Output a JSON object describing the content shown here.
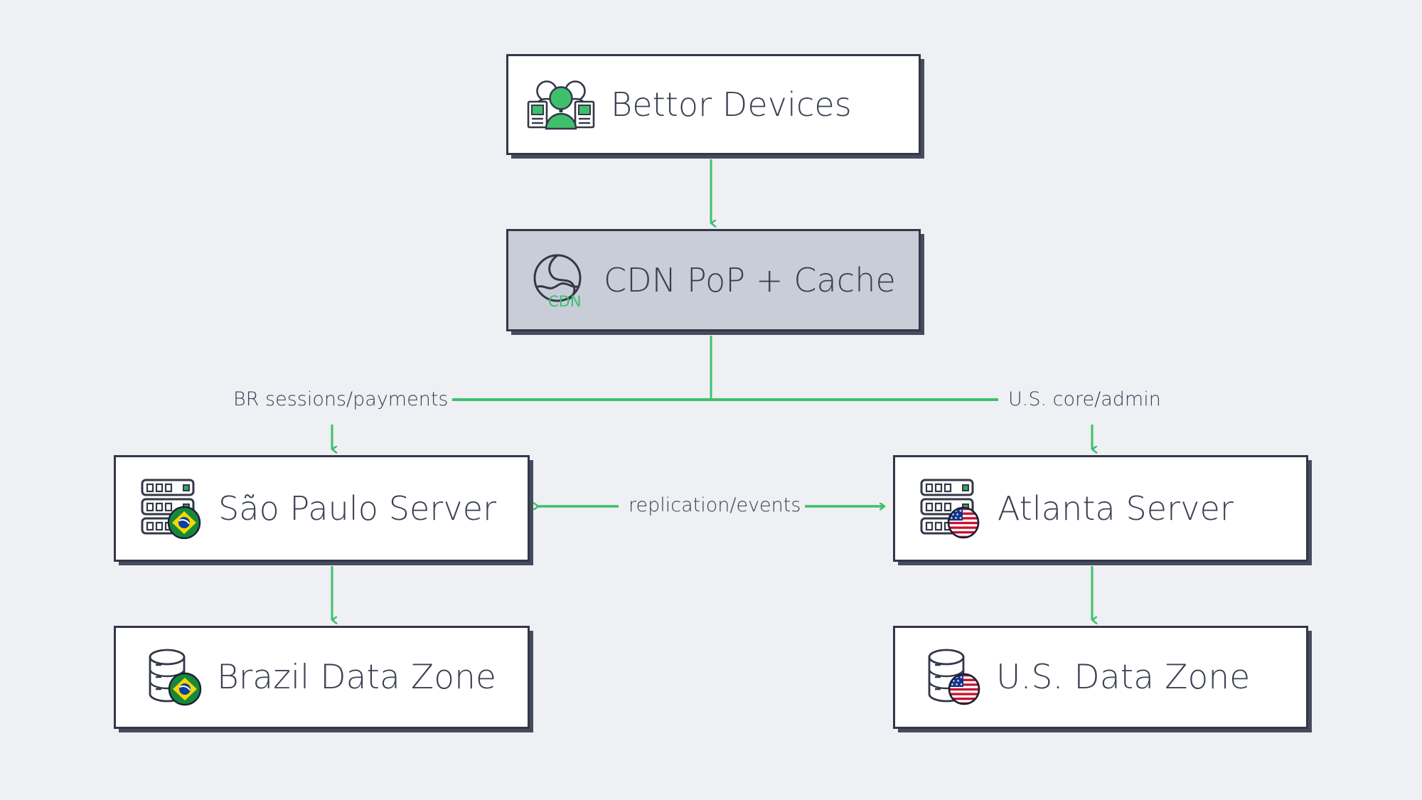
{
  "diagram": {
    "background_color": "#eef0f4",
    "accent_green": "#3fbf6c",
    "ink": "#333747",
    "shaded_fill": "#c9cdd7",
    "nodes": [
      {
        "id": "bettor",
        "label": "Bettor Devices",
        "icon": "users-devices-icon",
        "style": "plain"
      },
      {
        "id": "cdn",
        "label": "CDN PoP + Cache",
        "icon": "globe-cdn-icon",
        "icon_caption": "CDN",
        "style": "shaded"
      },
      {
        "id": "sp",
        "label": "São Paulo Server",
        "icon": "server-rack-brazil-icon",
        "style": "plain"
      },
      {
        "id": "atlanta",
        "label": "Atlanta Server",
        "icon": "server-rack-usa-icon",
        "style": "plain"
      },
      {
        "id": "brdata",
        "label": "Brazil Data Zone",
        "icon": "database-brazil-icon",
        "style": "plain"
      },
      {
        "id": "usdata",
        "label": "U.S. Data Zone",
        "icon": "database-usa-icon",
        "style": "plain"
      }
    ],
    "edges": [
      {
        "from": "bettor",
        "to": "cdn",
        "label": "",
        "direction": "down"
      },
      {
        "from": "cdn",
        "to": "sp",
        "label": "BR sessions/payments",
        "direction": "down"
      },
      {
        "from": "cdn",
        "to": "atlanta",
        "label": "U.S. core/admin",
        "direction": "down"
      },
      {
        "from": "sp",
        "to": "atlanta",
        "label": "replication/events",
        "direction": "bidirectional"
      },
      {
        "from": "sp",
        "to": "brdata",
        "label": "",
        "direction": "down"
      },
      {
        "from": "atlanta",
        "to": "usdata",
        "label": "",
        "direction": "down"
      }
    ],
    "labels": {
      "br_branch": "BR sessions/payments",
      "us_branch": "U.S. core/admin",
      "replication": "replication/events",
      "cdn_caption": "CDN"
    }
  }
}
